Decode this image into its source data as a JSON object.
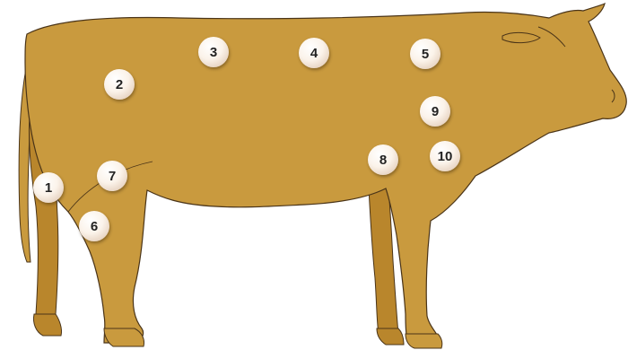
{
  "colors": {
    "body": "#c99a3e",
    "shadow": "#b9862c",
    "outline": "#4a3418",
    "marker_text": "#222222"
  },
  "markers": [
    {
      "label": "1"
    },
    {
      "label": "2"
    },
    {
      "label": "3"
    },
    {
      "label": "4"
    },
    {
      "label": "5"
    },
    {
      "label": "6"
    },
    {
      "label": "7"
    },
    {
      "label": "8"
    },
    {
      "label": "9"
    },
    {
      "label": "10"
    }
  ]
}
